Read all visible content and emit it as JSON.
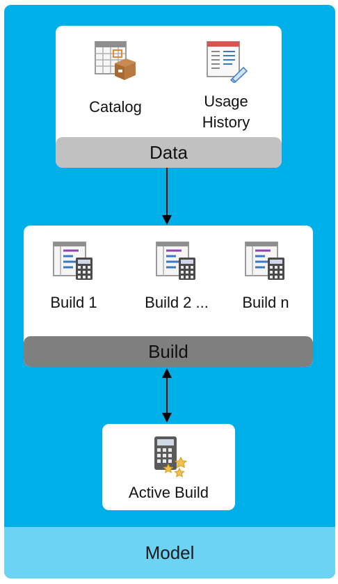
{
  "model": {
    "label": "Model"
  },
  "data_panel": {
    "bar_label": "Data",
    "items": [
      {
        "label": "Catalog",
        "icon": "catalog-icon"
      },
      {
        "label": "Usage History",
        "label_line1": "Usage",
        "label_line2": "History",
        "icon": "usage-history-icon"
      }
    ]
  },
  "build_panel": {
    "bar_label": "Build",
    "items": [
      {
        "label": "Build 1",
        "icon": "build-calculator-icon"
      },
      {
        "label": "Build 2 ...",
        "icon": "build-calculator-icon"
      },
      {
        "label": "Build n",
        "icon": "build-calculator-icon"
      }
    ]
  },
  "active_build": {
    "label": "Active Build",
    "icon": "active-build-icon"
  },
  "colors": {
    "frame": "#00aee8",
    "footer": "#6dd3f4",
    "data_bar": "#c1c1c1",
    "build_bar": "#7f7f7f",
    "panel": "#ffffff"
  }
}
